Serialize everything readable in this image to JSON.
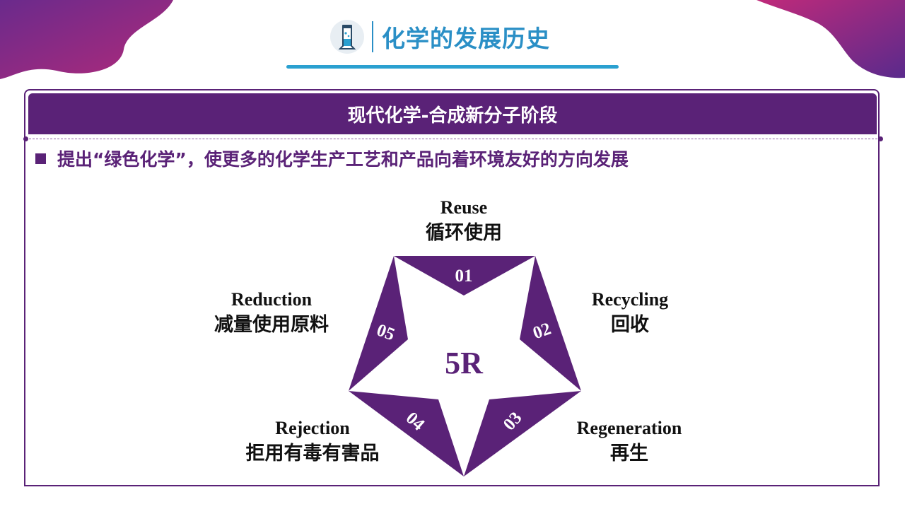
{
  "header": {
    "title": "化学的发展历史",
    "icon": "flask-icon"
  },
  "panel": {
    "title": "现代化学-合成新分子阶段",
    "bullet": "提出“绿色化学”，使更多的化学生产工艺和产品向着环境友好的方向发展"
  },
  "diagram": {
    "center": "5R",
    "items": [
      {
        "number": "01",
        "en": "Reuse",
        "zh": "循环使用"
      },
      {
        "number": "02",
        "en": "Recycling",
        "zh": "回收"
      },
      {
        "number": "03",
        "en": "Regeneration",
        "zh": "再生"
      },
      {
        "number": "04",
        "en": "Rejection",
        "zh": "拒用有毒有害品"
      },
      {
        "number": "05",
        "en": "Reduction",
        "zh": "减量使用原料"
      }
    ]
  },
  "colors": {
    "primary": "#5a2277",
    "accent": "#2a8fc6",
    "text": "#111111"
  }
}
